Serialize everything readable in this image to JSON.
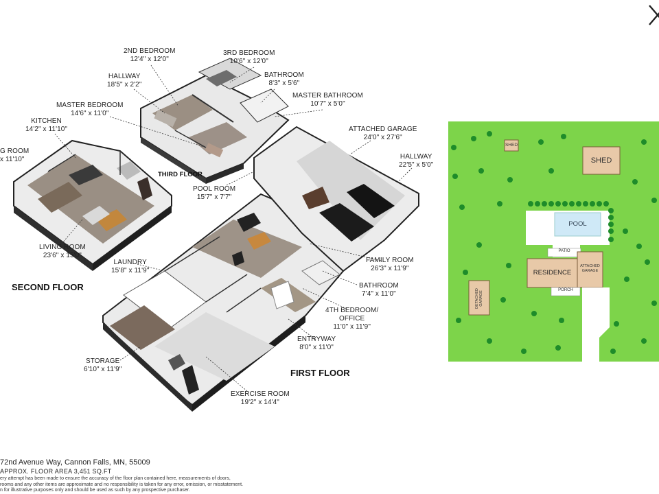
{
  "labels": {
    "second_bedroom": {
      "name": "2ND BEDROOM",
      "dims": "12'4\" x 12'0\""
    },
    "third_bedroom": {
      "name": "3RD BEDROOM",
      "dims": "10'6\" x 12'0\""
    },
    "hallway_third": {
      "name": "HALLWAY",
      "dims": "18'5\" x 2'2\""
    },
    "bathroom_third": {
      "name": "BATHROOM",
      "dims": "8'3\" x 5'6\""
    },
    "master_bedroom": {
      "name": "MASTER BEDROOM",
      "dims": "14'6\" x 11'0\""
    },
    "master_bathroom": {
      "name": "MASTER BATHROOM",
      "dims": "10'7\" x 5'0\""
    },
    "kitchen": {
      "name": "KITCHEN",
      "dims": "14'2\" x 11'10\""
    },
    "dining_room": {
      "name": "G ROOM",
      "dims": "x 11'10\""
    },
    "attached_garage": {
      "name": "ATTACHED GARAGE",
      "dims": "24'0\" x 27'6\""
    },
    "hallway_first": {
      "name": "HALLWAY",
      "dims": "22'5\" x 5'0\""
    },
    "pool_room": {
      "name": "POOL ROOM",
      "dims": "15'7\" x 7'7\""
    },
    "living_room": {
      "name": "LIVING ROOM",
      "dims": "23'6\" x 15'0\""
    },
    "laundry": {
      "name": "LAUNDRY",
      "dims": "15'8\" x 11'9\""
    },
    "family_room": {
      "name": "FAMILY ROOM",
      "dims": "26'3\" x 11'9\""
    },
    "bathroom_first": {
      "name": "BATHROOM",
      "dims": "7'4\" x 11'0\""
    },
    "fourth_bedroom": {
      "name": "4TH BEDROOM/",
      "name2": "OFFICE",
      "dims": "11'0\" x 11'9\""
    },
    "entryway": {
      "name": "ENTRYWAY",
      "dims": "8'0\" x 11'0\""
    },
    "storage": {
      "name": "STORAGE",
      "dims": "6'10\" x 11'9\""
    },
    "exercise_room": {
      "name": "EXERCISE ROOM",
      "dims": "19'2\" x 14'4\""
    }
  },
  "floors": {
    "third": "THIRD FLOOR",
    "second": "SECOND FLOOR",
    "first": "FIRST FLOOR"
  },
  "site_plan": {
    "shed_small": "SHED",
    "shed_large": "SHED",
    "pool": "POOL",
    "patio": "PATIO",
    "residence": "RESIDENCE",
    "attached_garage_1": "ATTACHED",
    "attached_garage_2": "GARAGE",
    "porch": "PORCH",
    "detached_garage": "DETACHED GARAGE",
    "colors": {
      "lawn": "#7dd44a",
      "tree": "#1e8c2a",
      "building": "#e8c9a8",
      "pool": "#cfe9f7"
    }
  },
  "footer": {
    "address": "72nd Avenue Way, Cannon Falls, MN, 55009",
    "area": "APPROX. FLOOR AREA 3,451 SQ.FT",
    "disclaimer_1": "ery attempt has been made to ensure the accuracy of the floor plan contained here, measurements of doors,",
    "disclaimer_2": "rooms and any other items are approximate and no responsibility is taken for any error, omission, or misstatement.",
    "disclaimer_3": "n for illustrative purposes only and should be used as such by any prospective purchaser."
  },
  "icons": {
    "close": "close-icon"
  }
}
